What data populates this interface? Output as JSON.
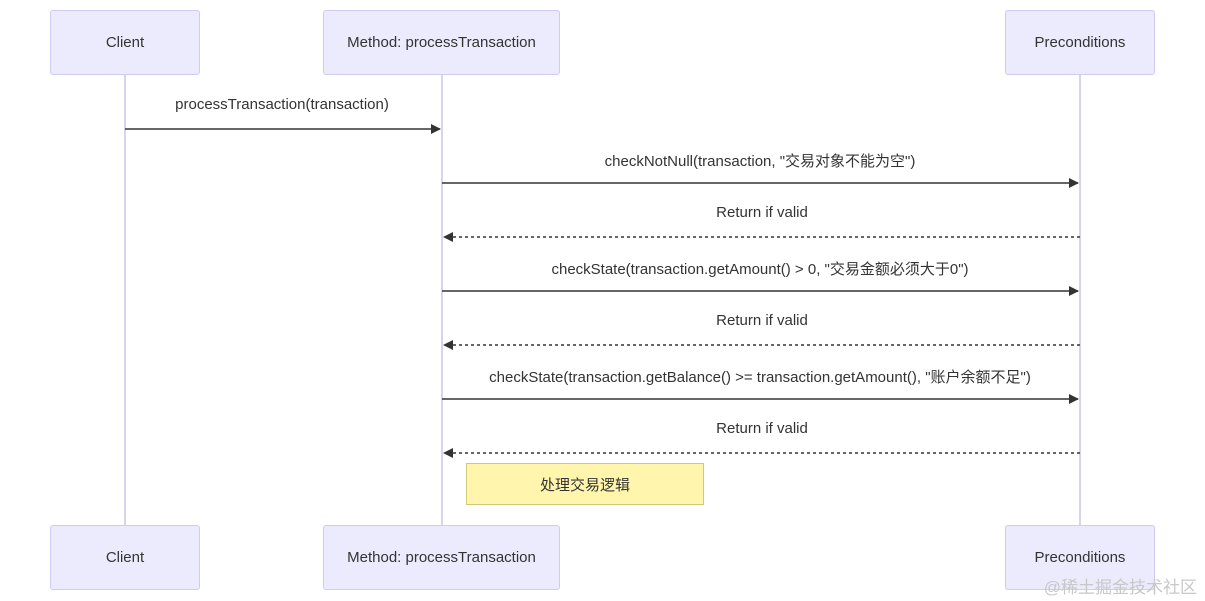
{
  "participants": {
    "client": "Client",
    "method": "Method: processTransaction",
    "preconditions": "Preconditions"
  },
  "messages": [
    {
      "label": "processTransaction(transaction)",
      "from": "client",
      "to": "method",
      "style": "solid"
    },
    {
      "label": "checkNotNull(transaction, \"交易对象不能为空\")",
      "from": "method",
      "to": "preconditions",
      "style": "solid"
    },
    {
      "label": "Return if valid",
      "from": "preconditions",
      "to": "method",
      "style": "dashed"
    },
    {
      "label": "checkState(transaction.getAmount() > 0, \"交易金额必须大于0\")",
      "from": "method",
      "to": "preconditions",
      "style": "solid"
    },
    {
      "label": "Return if valid",
      "from": "preconditions",
      "to": "method",
      "style": "dashed"
    },
    {
      "label": "checkState(transaction.getBalance() >= transaction.getAmount(), \"账户余额不足\")",
      "from": "method",
      "to": "preconditions",
      "style": "solid"
    },
    {
      "label": "Return if valid",
      "from": "preconditions",
      "to": "method",
      "style": "dashed"
    }
  ],
  "note": {
    "text": "处理交易逻辑"
  },
  "colors": {
    "actor_fill": "#ecebfd",
    "actor_border": "#cfcbf2",
    "lifeline": "#d7d4ee",
    "arrow": "#333333",
    "note_fill": "#fff5ad",
    "note_border": "#d4c978"
  },
  "watermark": "@稀土掘金技术社区"
}
